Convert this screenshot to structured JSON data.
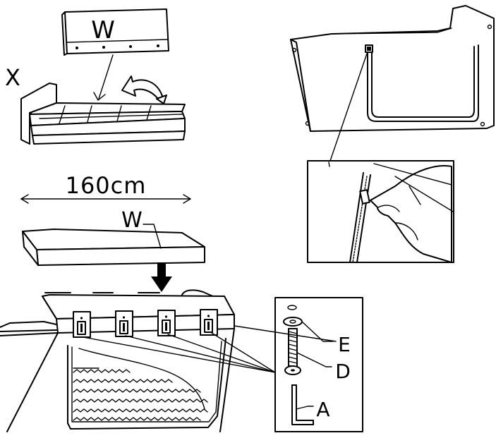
{
  "labels": {
    "board_top": "W",
    "sofa": "X",
    "dimension": "160cm",
    "board_middle": "W",
    "washer": "E",
    "bolt": "D",
    "hex_key": "A"
  },
  "colors": {
    "ink": "#000000",
    "paper": "#ffffff"
  }
}
